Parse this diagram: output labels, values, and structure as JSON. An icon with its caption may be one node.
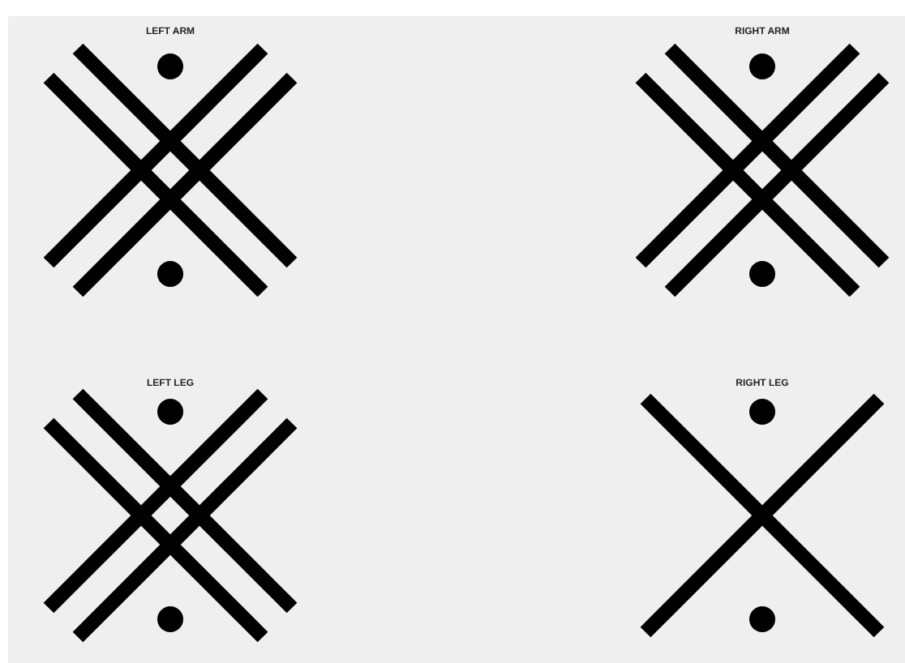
{
  "diagram": {
    "labels": [
      "LEFT ARM",
      "RIGHT ARM",
      "LEFT LEG",
      "RIGHT LEG"
    ]
  }
}
